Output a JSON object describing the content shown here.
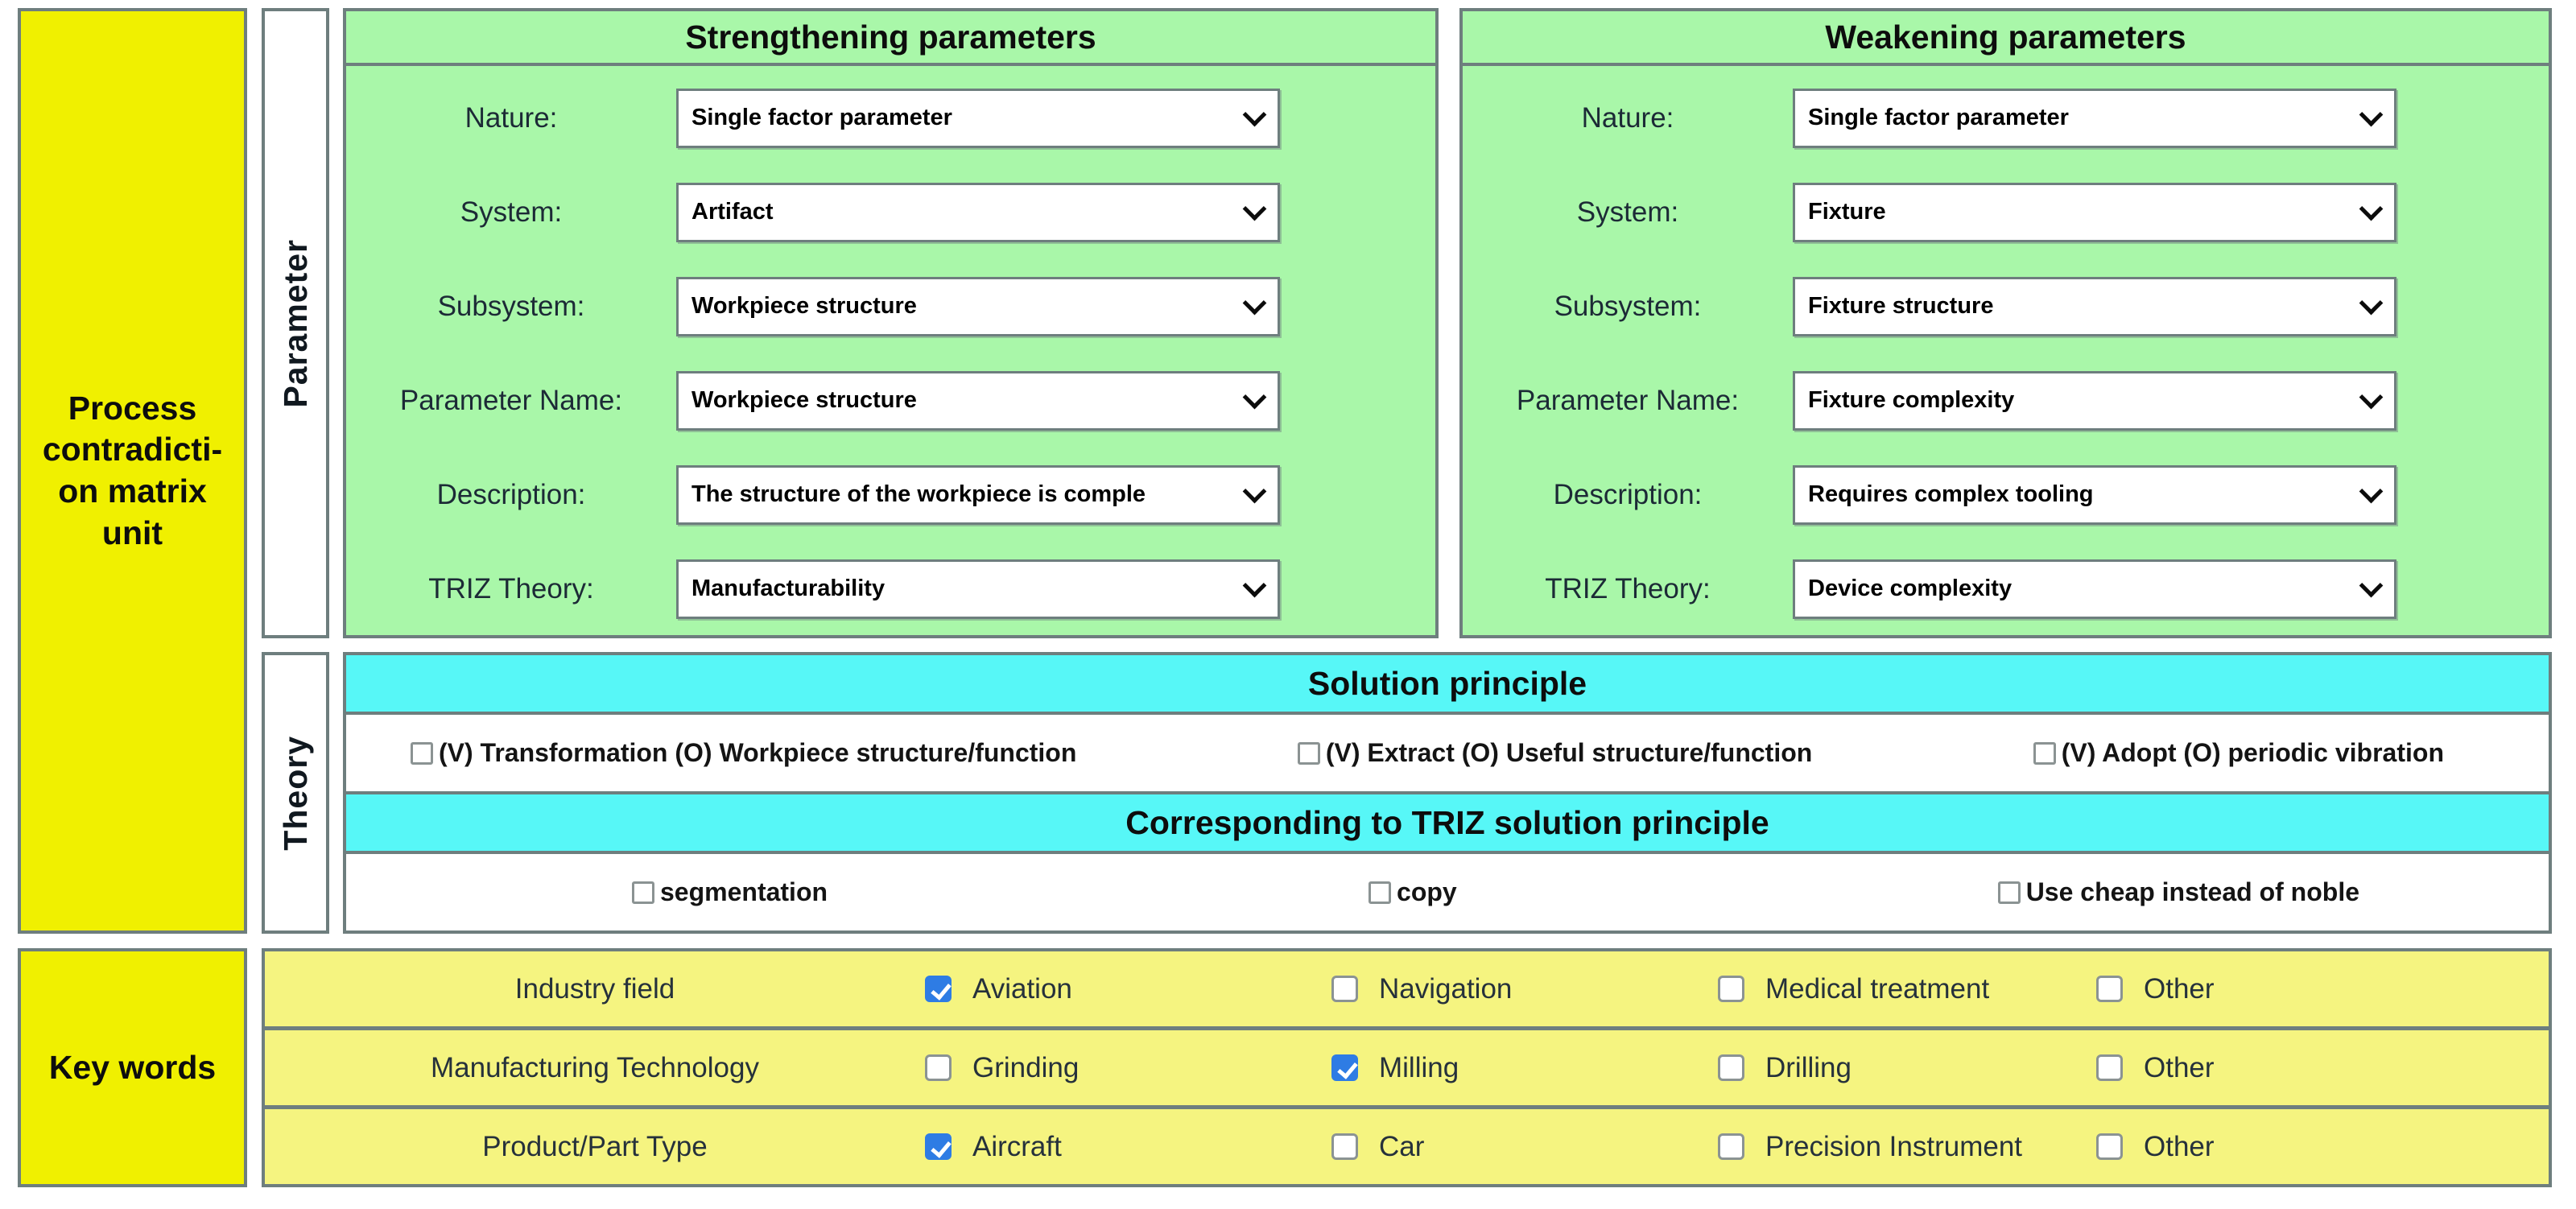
{
  "colors": {
    "panel_green": "#a9f7a9",
    "bright_yellow": "#f0f000",
    "pale_yellow": "#f5f480",
    "cyan": "#57f7f7",
    "border_gray": "#6e7e7e",
    "checked_blue": "#2e7ce4"
  },
  "left_panel": {
    "title_lines": [
      "Process",
      "contradicti-",
      "on matrix",
      "unit"
    ],
    "keywords_label": "Key words"
  },
  "section_labels": {
    "parameter": "Parameter",
    "theory": "Theory"
  },
  "strengthening": {
    "title": "Strengthening parameters",
    "fields": [
      {
        "label": "Nature:",
        "value": "Single factor parameter"
      },
      {
        "label": "System:",
        "value": "Artifact"
      },
      {
        "label": "Subsystem:",
        "value": "Workpiece structure"
      },
      {
        "label": "Parameter Name:",
        "value": "Workpiece structure"
      },
      {
        "label": "Description:",
        "value": "The structure of the workpiece is comple"
      },
      {
        "label": "TRIZ Theory:",
        "value": "Manufacturability"
      }
    ]
  },
  "weakening": {
    "title": "Weakening parameters",
    "fields": [
      {
        "label": "Nature:",
        "value": "Single factor parameter"
      },
      {
        "label": "System:",
        "value": "Fixture"
      },
      {
        "label": "Subsystem:",
        "value": "Fixture structure"
      },
      {
        "label": "Parameter Name:",
        "value": "Fixture complexity"
      },
      {
        "label": "Description:",
        "value": "Requires complex tooling"
      },
      {
        "label": "TRIZ Theory:",
        "value": "Device complexity"
      }
    ]
  },
  "theory": {
    "solution_header": "Solution principle",
    "solution_items": [
      {
        "label": "(V) Transformation (O) Workpiece structure/function",
        "checked": false
      },
      {
        "label": "(V) Extract (O) Useful structure/function",
        "checked": false
      },
      {
        "label": "(V) Adopt (O) periodic vibration",
        "checked": false
      }
    ],
    "triz_header": "Corresponding to TRIZ solution principle",
    "triz_items": [
      {
        "label": "segmentation",
        "checked": false
      },
      {
        "label": "copy",
        "checked": false
      },
      {
        "label": "Use cheap instead of noble",
        "checked": false
      }
    ]
  },
  "keywords": {
    "rows": [
      {
        "label": "Industry field",
        "options": [
          {
            "label": "Aviation",
            "checked": true
          },
          {
            "label": "Navigation",
            "checked": false
          },
          {
            "label": "Medical treatment",
            "checked": false
          },
          {
            "label": "Other",
            "checked": false
          }
        ]
      },
      {
        "label": "Manufacturing Technology",
        "options": [
          {
            "label": "Grinding",
            "checked": false
          },
          {
            "label": "Milling",
            "checked": true
          },
          {
            "label": "Drilling",
            "checked": false
          },
          {
            "label": "Other",
            "checked": false
          }
        ]
      },
      {
        "label": "Product/Part Type",
        "options": [
          {
            "label": "Aircraft",
            "checked": true
          },
          {
            "label": "Car",
            "checked": false
          },
          {
            "label": "Precision Instrument",
            "checked": false
          },
          {
            "label": "Other",
            "checked": false
          }
        ]
      }
    ]
  }
}
